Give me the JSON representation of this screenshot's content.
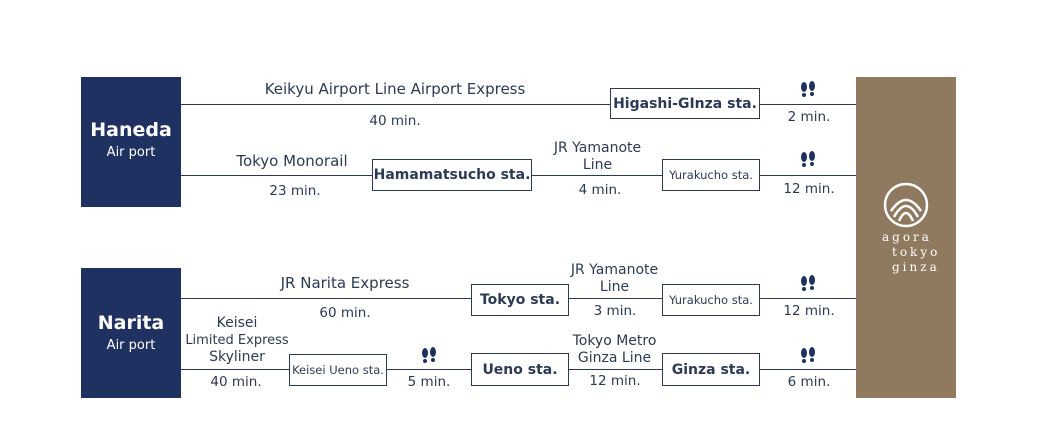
{
  "haneda": {
    "name": "Haneda",
    "sub": "Air port"
  },
  "narita": {
    "name": "Narita",
    "sub": "Air port"
  },
  "hotel": {
    "line1": "agora",
    "line2": "tokyo",
    "line3": "ginza",
    "color": "#8f7a60"
  },
  "routes": {
    "r1": {
      "line": "Keikyu Airport Line Airport Express",
      "time": "40 min.",
      "station": "Higashi-GInza sta.",
      "walk": "2 min."
    },
    "r2": {
      "line": "Tokyo Monorail",
      "time": "23 min.",
      "station": "Hamamatsucho sta.",
      "line2a": "JR Yamanote",
      "line2b": "Line",
      "time2": "4 min.",
      "station2": "Yurakucho sta.",
      "walk": "12 min."
    },
    "r3": {
      "line": "JR Narita Express",
      "time": "60 min.",
      "station": "Tokyo sta.",
      "line2a": "JR Yamanote",
      "line2b": "Line",
      "time2": "3 min.",
      "station2": "Yurakucho sta.",
      "walk": "12 min."
    },
    "r4": {
      "line_a": "Keisei",
      "line_b": "Limited Express",
      "line_c": "Skyliner",
      "time": "40 min.",
      "station": "Keisei Ueno sta.",
      "walk1": "5 min.",
      "station2": "Ueno sta.",
      "line2a": "Tokyo Metro",
      "line2b": "Ginza Line",
      "time2": "12 min.",
      "station3": "Ginza sta.",
      "walk": "6 min."
    }
  },
  "colors": {
    "navy": "#1f3160",
    "line": "#2b3a55",
    "brown": "#8f7a60"
  },
  "icons": {
    "walk": "footprints-icon",
    "logo": "agora-logo-icon"
  }
}
